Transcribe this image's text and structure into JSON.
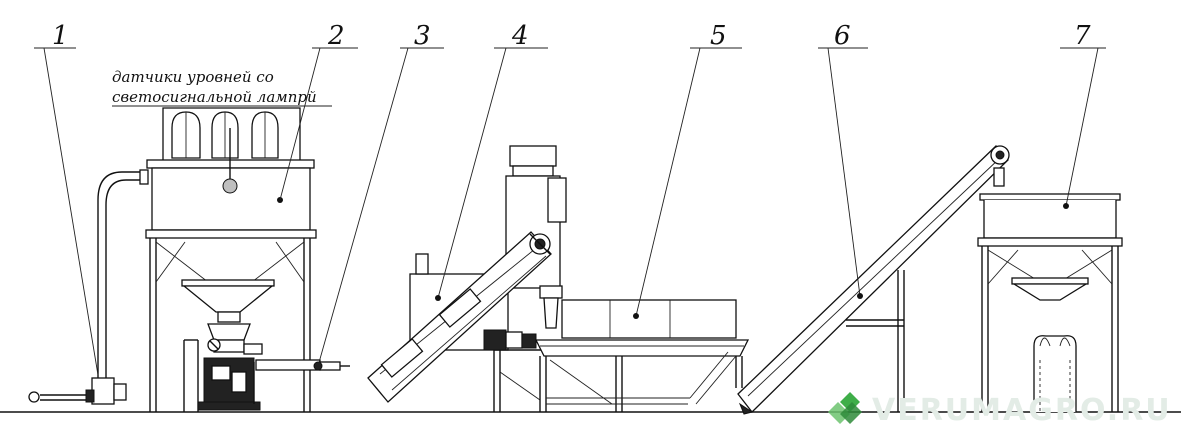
{
  "diagram": {
    "callouts": [
      {
        "id": "1",
        "label": "1"
      },
      {
        "id": "2",
        "label": "2"
      },
      {
        "id": "3",
        "label": "3"
      },
      {
        "id": "4",
        "label": "4"
      },
      {
        "id": "5",
        "label": "5"
      },
      {
        "id": "6",
        "label": "6"
      },
      {
        "id": "7",
        "label": "7"
      }
    ],
    "note": {
      "line1": "датчики уровней со",
      "line2": "светосигнальной лампрй"
    },
    "watermark": "VERUMAGRO.RU",
    "colors": {
      "line": "#111111",
      "background": "#ffffff",
      "watermark_icon": "#3fae49",
      "watermark_text": "#e3ece6"
    }
  }
}
